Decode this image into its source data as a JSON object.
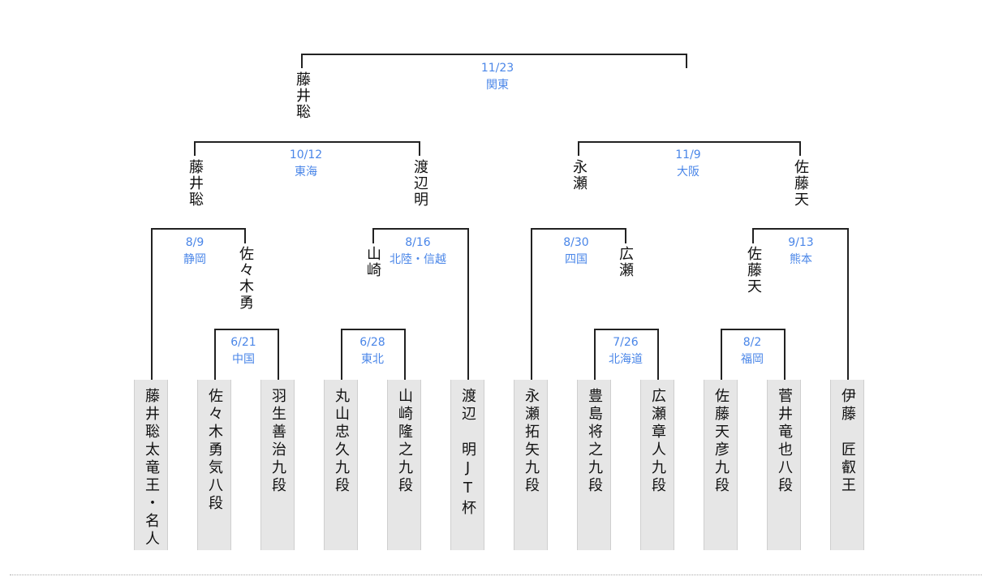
{
  "final": {
    "date": "11/23",
    "venue": "関東",
    "winner": "藤井聡"
  },
  "semis": [
    {
      "date": "10/12",
      "venue": "東海",
      "left": "藤井聡",
      "right": "渡辺明"
    },
    {
      "date": "11/9",
      "venue": "大阪",
      "left": "永瀬",
      "right": "佐藤天"
    }
  ],
  "quarters": [
    {
      "date": "8/9",
      "venue": "静岡",
      "winner": "佐々木勇"
    },
    {
      "date": "8/16",
      "venue": "北陸・信越",
      "winner": "山崎"
    },
    {
      "date": "8/30",
      "venue": "四国",
      "winner": "広瀬"
    },
    {
      "date": "9/13",
      "venue": "熊本",
      "winner": "佐藤天"
    }
  ],
  "first_round": [
    {
      "date": "6/21",
      "venue": "中国"
    },
    {
      "date": "6/28",
      "venue": "東北"
    },
    {
      "date": "7/26",
      "venue": "北海道"
    },
    {
      "date": "8/2",
      "venue": "福岡"
    }
  ],
  "players": [
    "藤井聡太竜王・名人",
    "佐々木勇気八段",
    "羽生善治九段",
    "丸山忠久九段",
    "山崎隆之九段",
    "渡辺　明JT杯",
    "永瀬拓矢九段",
    "豊島将之九段",
    "広瀬章人九段",
    "佐藤天彦九段",
    "菅井竜也八段",
    "伊藤　匠叡王"
  ]
}
